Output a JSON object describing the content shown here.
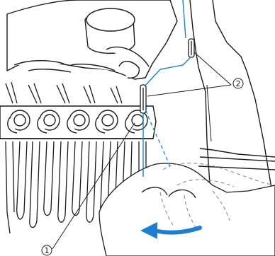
{
  "callouts": [
    {
      "label": "1"
    },
    {
      "label": "2"
    }
  ],
  "colors": {
    "line_art": "#1a1a1a",
    "thread": "#1e7fd0",
    "arrow": "#1e7fd0",
    "background": "#ffffff"
  },
  "icons": [
    "thread-guide-icon",
    "tension-knob-icon",
    "hand-illustration",
    "rotation-arrow-icon"
  ]
}
